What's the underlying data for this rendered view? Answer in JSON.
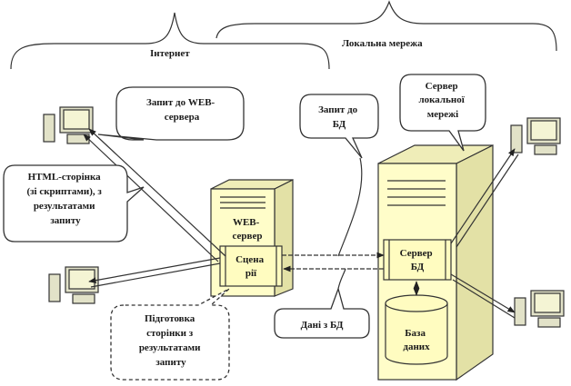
{
  "colors": {
    "server_face": "#fffdc9",
    "server_side": "#e3e1a6",
    "server_top": "#efedb8",
    "inner_box": "#fffcc0",
    "db": "#fffcc0",
    "monitor_screen": "#f4f4d4",
    "computer_body": "#e2e2c8"
  },
  "labels": {
    "internet": "Інтернет",
    "local_network": "Локальна мережа",
    "request_web": [
      "Запит до WEB-",
      "сервера"
    ],
    "html_page": [
      "HTML-сторінка",
      "(зі скриптами), з",
      "результатами",
      "запиту"
    ],
    "web_server": [
      "WEB-",
      "сервер"
    ],
    "scenarios": [
      "Сцена",
      "рії"
    ],
    "db_request": [
      "Запит до",
      "БД"
    ],
    "lan_server": [
      "Сервер",
      "локальної",
      "мережі"
    ],
    "db_server": [
      "Сервер",
      "БД"
    ],
    "database": [
      "База",
      "даних"
    ],
    "page_prep": [
      "Підготовка",
      "сторінки  з",
      "результатами",
      "запиту"
    ],
    "db_data": "Дані з БД"
  }
}
